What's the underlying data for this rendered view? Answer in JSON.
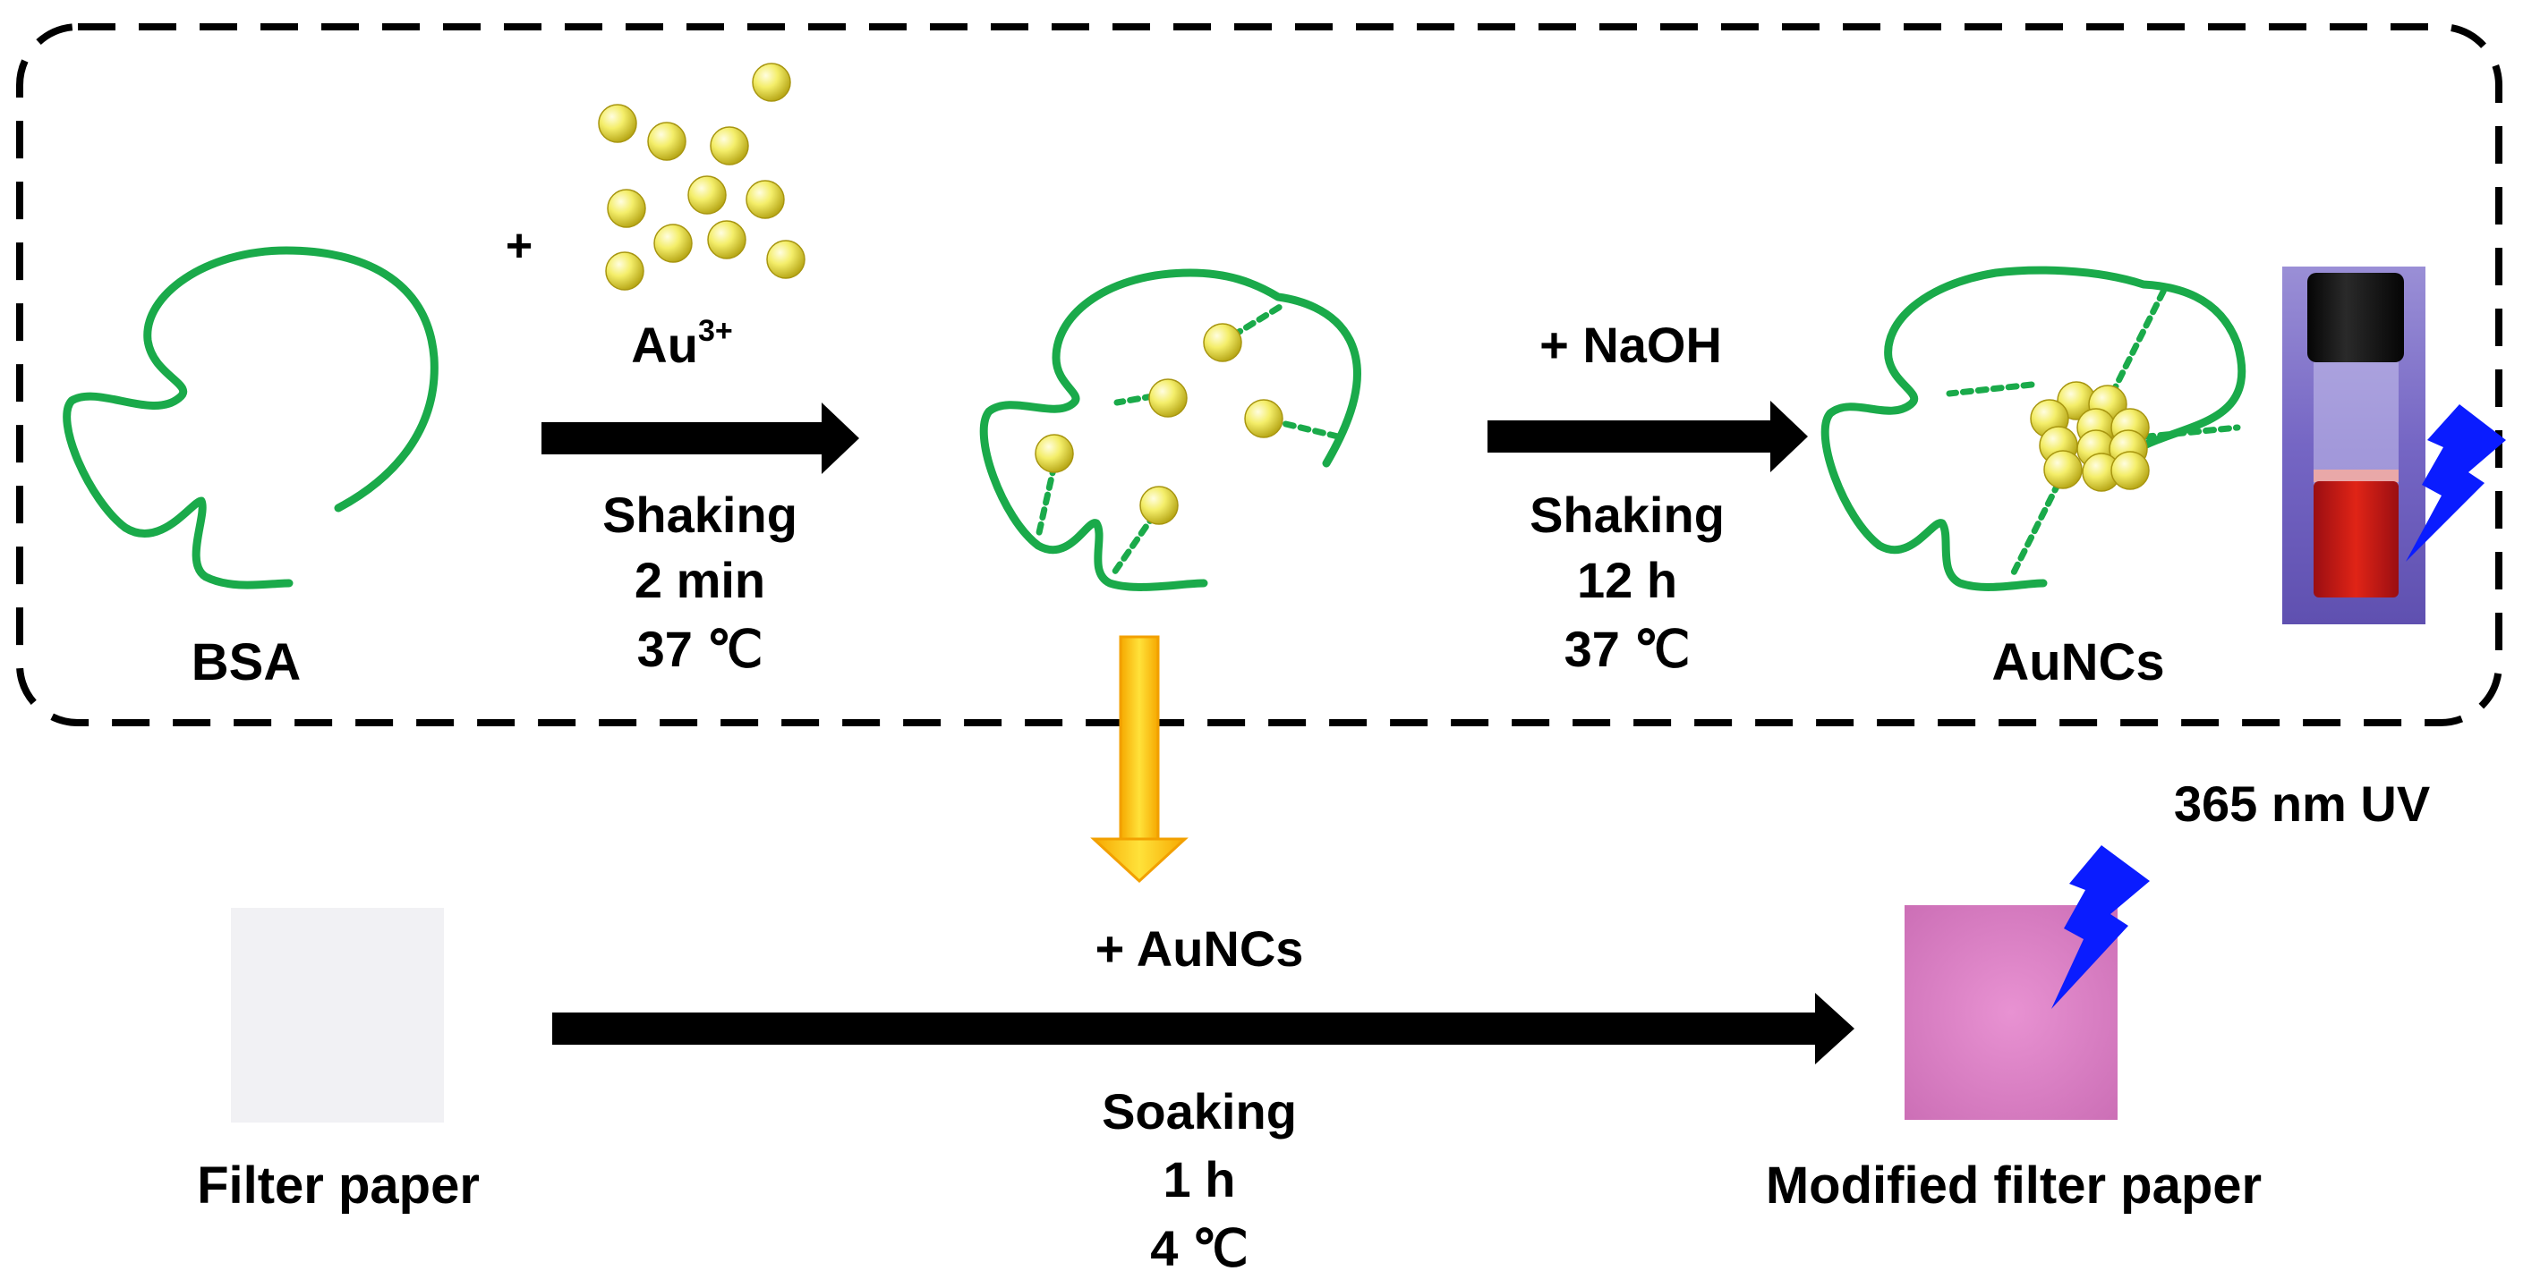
{
  "top_process": {
    "start_label": "BSA",
    "plus_sign": "+",
    "reagent_label": "Au",
    "reagent_charge": "3+",
    "step1": {
      "lines": [
        "Shaking",
        "2 min",
        "37 ℃"
      ]
    },
    "step2": {
      "reagent": "+ NaOH",
      "lines": [
        "Shaking",
        "12 h",
        "37 ℃"
      ]
    },
    "product_label": "AuNCs"
  },
  "bottom_process": {
    "start_label": "Filter paper",
    "reagent": "+ AuNCs",
    "lines": [
      "Soaking",
      "1 h",
      "4 ℃"
    ],
    "product_label": "Modified filter paper"
  },
  "uv_label": "365 nm UV",
  "colors": {
    "protein_chain": "#1aaa4a",
    "gold_atom": "#f2ee62",
    "arrow": "#000000",
    "transfer_arrow": "#f6c400",
    "lightning": "#0a1cff",
    "solution": "#c81414",
    "modified_paper": "#e07fc8",
    "plain_paper": "#f1f1f4"
  },
  "icons": {
    "vial": "vial-icon",
    "lightning": "lightning-icon",
    "gold_atom": "gold-atom-icon"
  }
}
